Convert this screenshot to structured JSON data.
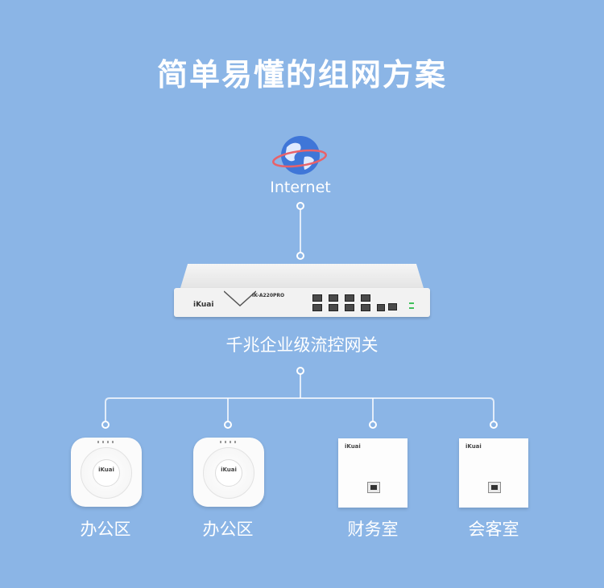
{
  "title": "简单易懂的组网方案",
  "internet": {
    "label": "Internet",
    "icon": "globe-icon"
  },
  "gateway": {
    "label": "千兆企业级流控网关",
    "brand": "iKuai",
    "model": "IK-A220PRO"
  },
  "endpoints": [
    {
      "label": "办公区",
      "device": "ceiling-ap",
      "brand": "iKuai"
    },
    {
      "label": "办公区",
      "device": "ceiling-ap",
      "brand": "iKuai"
    },
    {
      "label": "财务室",
      "device": "wall-panel-ap",
      "brand": "iKuai"
    },
    {
      "label": "会客室",
      "device": "wall-panel-ap",
      "brand": "iKuai"
    }
  ],
  "colors": {
    "background": "#8bb5e6",
    "line": "#ffffff",
    "accent": "#e8626a",
    "globe": "#3f76d8"
  }
}
